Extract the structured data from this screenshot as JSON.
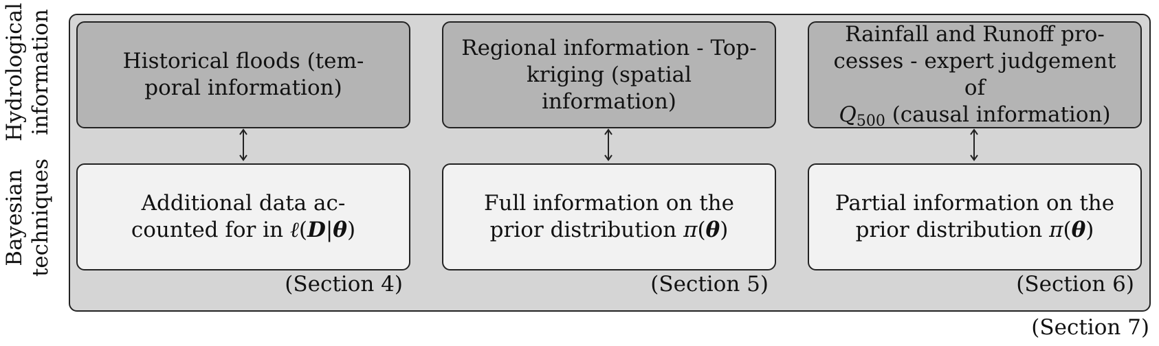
{
  "row_labels": {
    "hydrological": {
      "line1": "Hydrological",
      "line2": "information"
    },
    "bayesian": {
      "line1": "Bayesian",
      "line2": "techniques"
    }
  },
  "hydrological_boxes": [
    {
      "lines": [
        "Historical floods (tem-",
        "poral information)"
      ]
    },
    {
      "lines": [
        "Regional information - Top-",
        "kriging (spatial information)"
      ]
    },
    {
      "lines": [
        "Rainfall and Runoff pro-",
        "cesses - expert judgement of"
      ],
      "line3_symbol": "Q",
      "line3_subscript": "500",
      "line3_rest": " (causal information)"
    }
  ],
  "bayesian_boxes": [
    {
      "line1": "Additional data ac-",
      "line2_text": "counted for in ",
      "line2_math": {
        "ell": "ℓ",
        "open": "(",
        "D": "D",
        "bar": "|",
        "theta": "θ",
        "close": ")"
      }
    },
    {
      "line1": "Full information on the",
      "line2_text": "prior distribution ",
      "line2_math": {
        "pi": "π",
        "open": "(",
        "theta": "θ",
        "close": ")"
      }
    },
    {
      "line1": "Partial information on the",
      "line2_text": "prior distribution ",
      "line2_math": {
        "pi": "π",
        "open": "(",
        "theta": "θ",
        "close": ")"
      }
    }
  ],
  "section_labels": {
    "col1": "(Section 4)",
    "col2": "(Section 5)",
    "col3": "(Section 6)",
    "outer": "(Section 7)"
  },
  "colors": {
    "outer_panel": "#d5d5d5",
    "hydrological_box": "#b4b4b4",
    "bayesian_box": "#f2f2f2",
    "stroke": "#222222"
  }
}
